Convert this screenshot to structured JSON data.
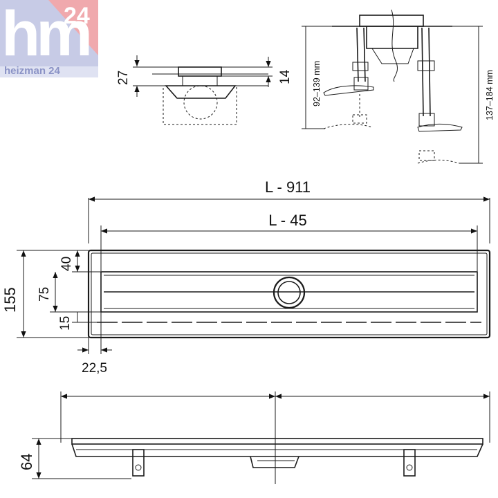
{
  "logo": {
    "mark": "hm",
    "number": "24",
    "brand": "heizman 24",
    "colors": {
      "primary": "#8b93c6",
      "accent": "#e4777e",
      "bg_light": "#dfe2f2"
    }
  },
  "section_view": {
    "dims": {
      "top": "27",
      "right": "14"
    }
  },
  "side_detail": {
    "dims": {
      "left": "92–139 mm",
      "right": "137–184 mm"
    }
  },
  "plan_view": {
    "dims": {
      "overall_length": "L - 911",
      "grate_length": "L - 45",
      "width_total": "155",
      "offset_top": "40",
      "grate_width": "75",
      "offset_bottom": "15",
      "edge": "22,5"
    }
  },
  "elevation_view": {
    "dims": {
      "height": "64"
    }
  }
}
